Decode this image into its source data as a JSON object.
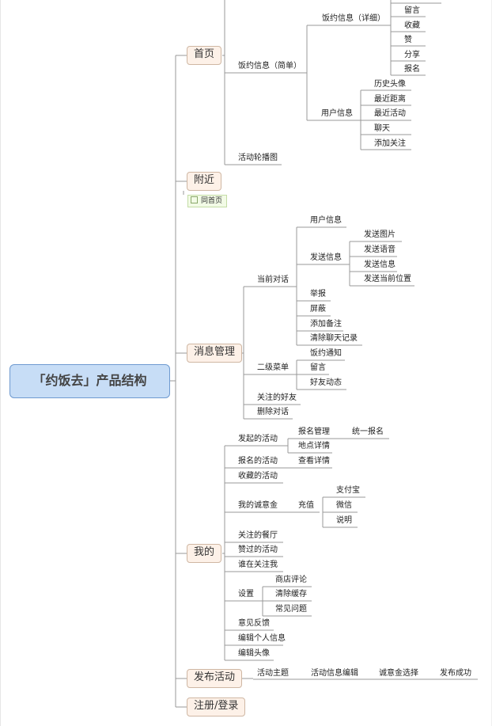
{
  "root": "「约饭去」产品结构",
  "link_tag": "同首页",
  "nodes": {
    "home": "首页",
    "nearby": "附近",
    "msg": "消息管理",
    "mine": "我的",
    "publish": "发布活动",
    "register": "注册/登录",
    "brief": "饭约信息（简单）",
    "carousel": "活动轮播图",
    "detail": "饭约信息（详细）",
    "userinfo_home": "用户信息",
    "d_comment": "留言",
    "d_fav": "收藏",
    "d_like": "赞",
    "d_share": "分享",
    "d_signup": "报名",
    "u_avatar": "历史头像",
    "u_distance": "最近距离",
    "u_recent": "最近活动",
    "u_chat": "聊天",
    "u_follow": "添加关注",
    "cur_chat": "当前对话",
    "sub_menu": "二级菜单",
    "followed_friends": "关注的好友",
    "del_chat": "删除对话",
    "cc_userinfo": "用户信息",
    "cc_send": "发送信息",
    "cc_report": "举报",
    "cc_block": "屏蔽",
    "cc_note": "添加备注",
    "cc_clear": "清除聊天记录",
    "s_pic": "发送图片",
    "s_voice": "发送语音",
    "s_msg": "发送信息",
    "s_loc": "发送当前位置",
    "sm_notice": "饭约通知",
    "sm_comment": "留言",
    "sm_feed": "好友动态",
    "m_launched": "发起的活动",
    "m_signed": "报名的活动",
    "m_fav": "收藏的活动",
    "m_deposit": "我的诚意金",
    "m_rest": "关注的餐厅",
    "m_liked": "赞过的活动",
    "m_whofollow": "谁在关注我",
    "m_settings": "设置",
    "m_feedback": "意见反馈",
    "m_edit_info": "编辑个人信息",
    "m_edit_avatar": "编辑头像",
    "l_manage": "报名管理",
    "l_place": "地点详情",
    "l_unify": "统一报名",
    "sg_view": "查看详情",
    "dp_recharge": "充值",
    "dp_alipay": "支付宝",
    "dp_wechat": "微信",
    "dp_desc": "说明",
    "st_review": "商店评论",
    "st_cache": "清除缓存",
    "st_faq": "常见问题",
    "p_theme": "活动主题",
    "p_edit": "活动信息编辑",
    "p_deposit": "诚意金选择",
    "p_success": "发布成功"
  }
}
